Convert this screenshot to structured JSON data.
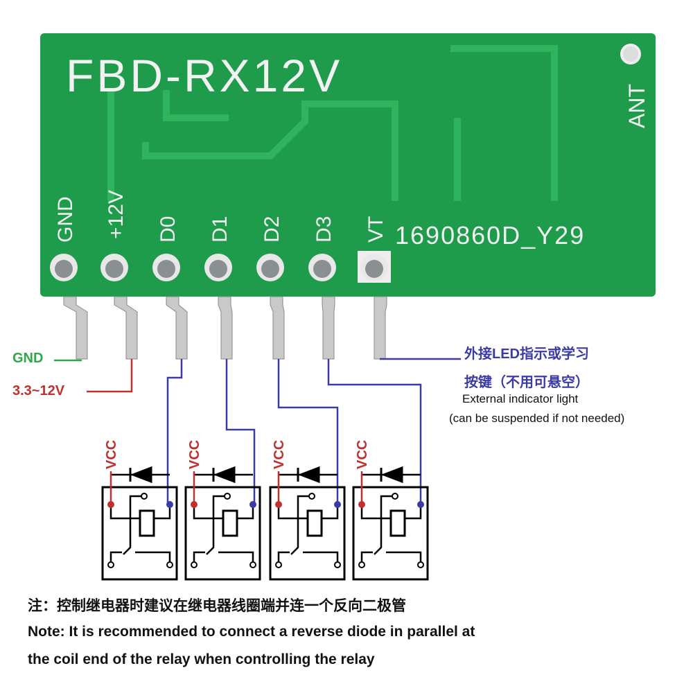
{
  "board": {
    "model": "FBD-RX12V",
    "antenna_label": "ANT",
    "serial": "1690860D_Y29",
    "pins": [
      "GND",
      "+12V",
      "D0",
      "D1",
      "D2",
      "D3",
      "VT"
    ],
    "color": "#1f9b4c"
  },
  "labels": {
    "gnd": "GND",
    "voltage": "3.3~12V",
    "vt_cn_line1": "外接LED指示或学习",
    "vt_cn_line2": "按键（不用可悬空）",
    "vt_en_line1": "External indicator light",
    "vt_en_line2": "(can be suspended if not needed)",
    "vcc": "VCC"
  },
  "note": {
    "cn": "注：控制继电器时建议在继电器线圈端并连一个反向二极管",
    "en_line1": "Note: It is recommended to connect a reverse diode in parallel at",
    "en_line2": "the coil end of the relay when controlling the relay"
  },
  "colors": {
    "gnd": "#2ea84a",
    "power": "#c0302f",
    "signal": "#3a3aa8"
  }
}
